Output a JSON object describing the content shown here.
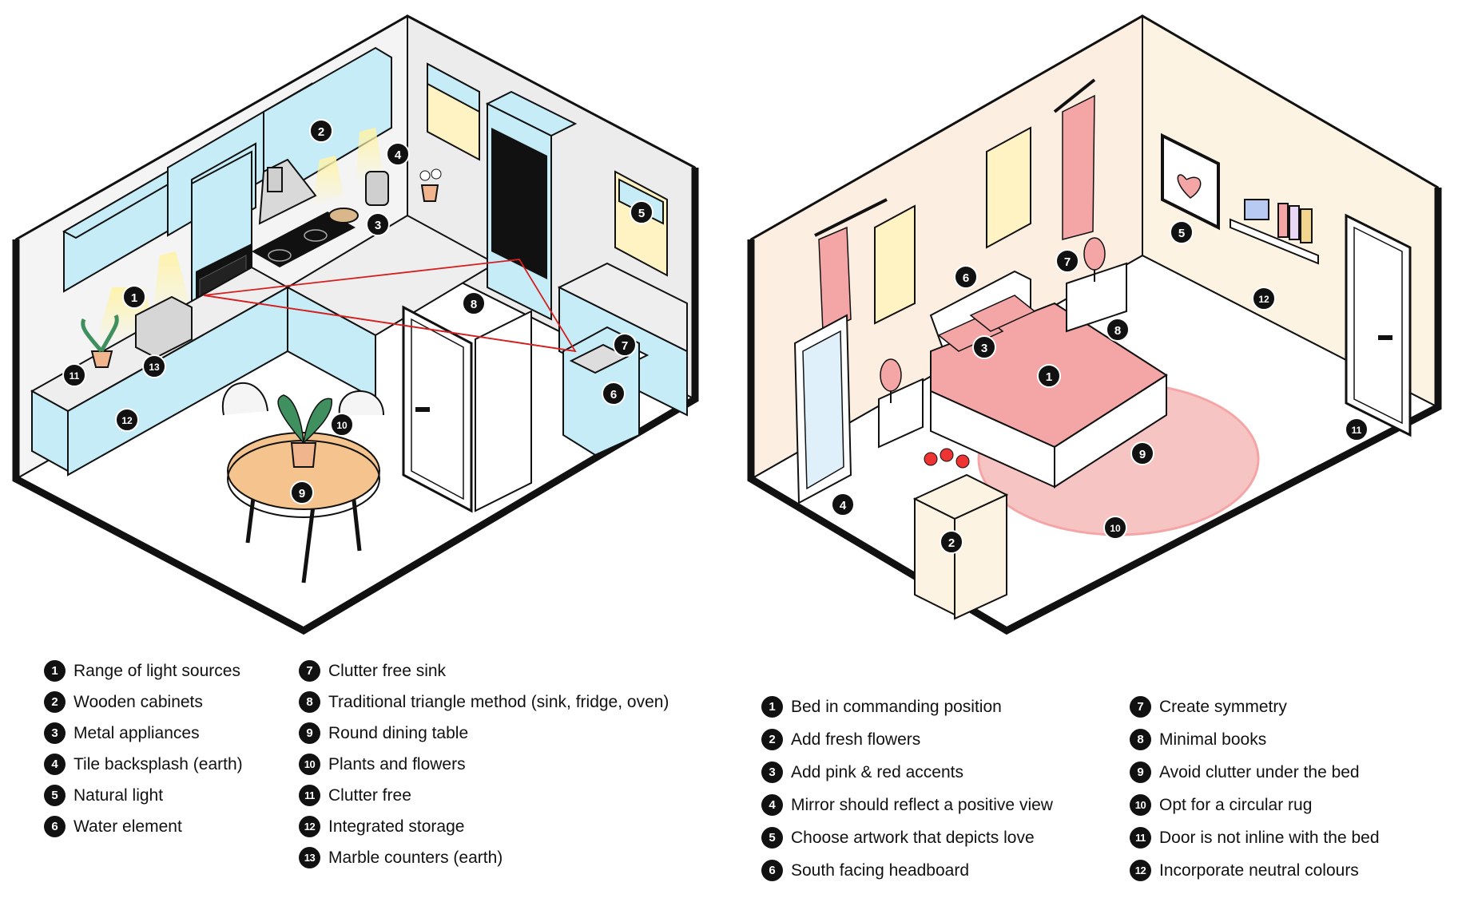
{
  "kitchen": {
    "legend_col1": [
      {
        "n": "1",
        "label": "Range of light sources"
      },
      {
        "n": "2",
        "label": "Wooden cabinets"
      },
      {
        "n": "3",
        "label": "Metal appliances"
      },
      {
        "n": "4",
        "label": "Tile backsplash (earth)"
      },
      {
        "n": "5",
        "label": "Natural light"
      },
      {
        "n": "6",
        "label": "Water element"
      }
    ],
    "legend_col2": [
      {
        "n": "7",
        "label": "Clutter free sink"
      },
      {
        "n": "8",
        "label": "Traditional triangle method (sink, fridge, oven)"
      },
      {
        "n": "9",
        "label": "Round dining table"
      },
      {
        "n": "10",
        "label": "Plants and flowers"
      },
      {
        "n": "11",
        "label": "Clutter free"
      },
      {
        "n": "12",
        "label": "Integrated storage"
      },
      {
        "n": "13",
        "label": "Marble counters (earth)"
      }
    ]
  },
  "bedroom": {
    "legend_col1": [
      {
        "n": "1",
        "label": "Bed in commanding position"
      },
      {
        "n": "2",
        "label": "Add fresh flowers"
      },
      {
        "n": "3",
        "label": "Add pink & red accents"
      },
      {
        "n": "4",
        "label": "Mirror should reflect a positive view"
      },
      {
        "n": "5",
        "label": "Choose artwork that depicts love"
      },
      {
        "n": "6",
        "label": "South facing headboard"
      }
    ],
    "legend_col2": [
      {
        "n": "7",
        "label": "Create symmetry"
      },
      {
        "n": "8",
        "label": "Minimal books"
      },
      {
        "n": "9",
        "label": "Avoid clutter under the bed"
      },
      {
        "n": "10",
        "label": "Opt for a circular rug"
      },
      {
        "n": "11",
        "label": "Door is not inline with the bed"
      },
      {
        "n": "12",
        "label": "Incorporate neutral colours"
      }
    ]
  },
  "colors": {
    "cabinet_blue": "#c6ecf7",
    "bedroom_wall": "#fdf1e1",
    "pink": "#f4a6a6",
    "rug": "#f7c4c4",
    "outline": "#111111",
    "triangle_red": "#d42020"
  }
}
